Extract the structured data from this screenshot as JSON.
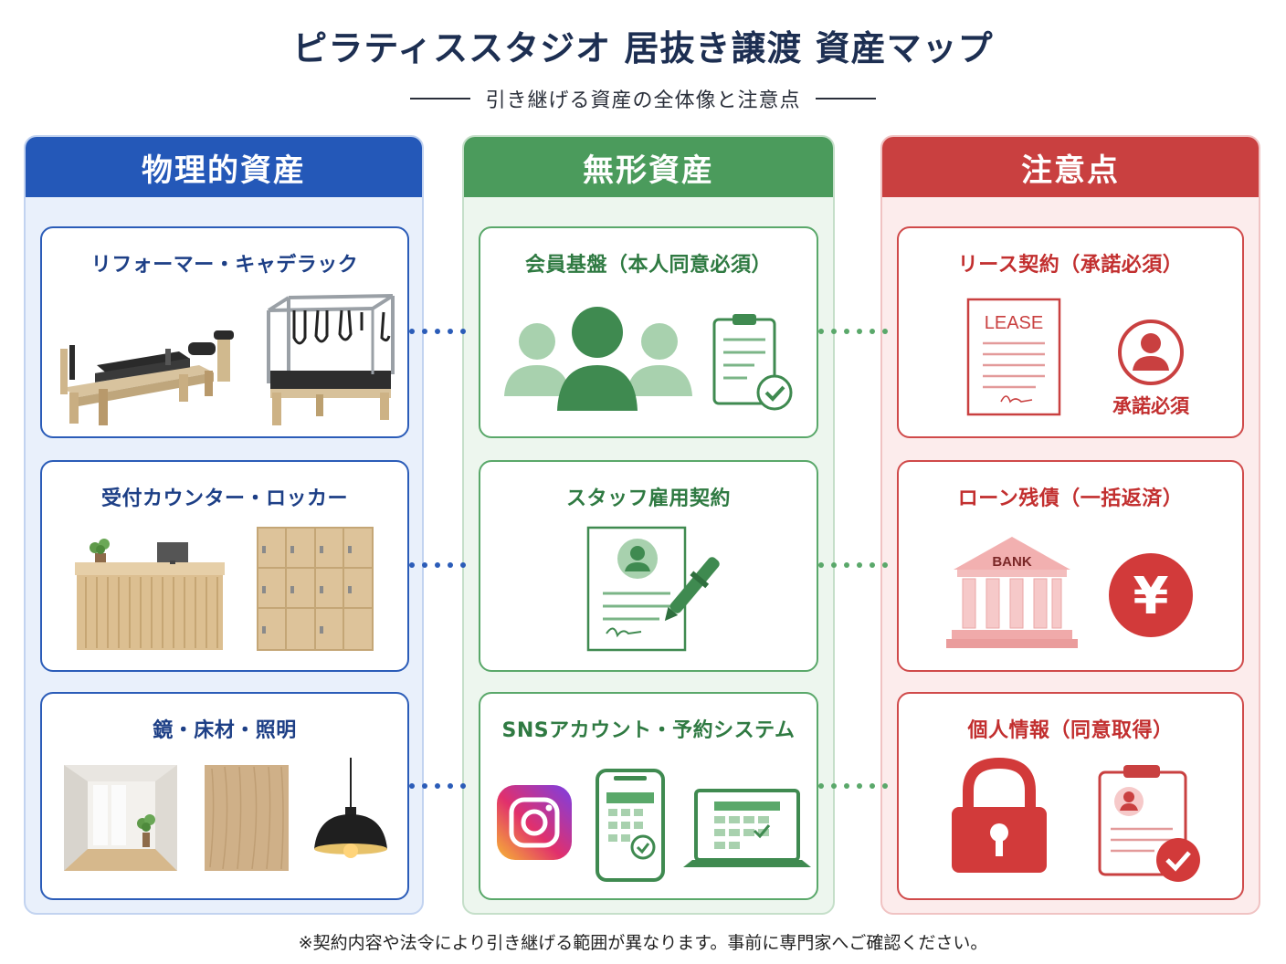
{
  "title": "ピラティススタジオ 居抜き譲渡 資産マップ",
  "subtitle": "引き継げる資産の全体像と注意点",
  "columns": {
    "physical": {
      "heading": "物理的資産",
      "cards": [
        {
          "title": "リフォーマー・キャデラック"
        },
        {
          "title": "受付カウンター・ロッカー"
        },
        {
          "title": "鏡・床材・照明"
        }
      ]
    },
    "intangible": {
      "heading": "無形資産",
      "cards": [
        {
          "title": "会員基盤（本人同意必須）"
        },
        {
          "title": "スタッフ雇用契約"
        },
        {
          "title": "SNSアカウント・予約システム"
        }
      ]
    },
    "caution": {
      "heading": "注意点",
      "cards": [
        {
          "title": "リース契約（承諾必須）",
          "doc_label": "LEASE",
          "badge": "承諾必須"
        },
        {
          "title": "ローン残債（一括返済）",
          "bank_label": "BANK",
          "currency": "¥"
        },
        {
          "title": "個人情報（同意取得）"
        }
      ]
    }
  },
  "footnote": "※契約内容や法令により引き継げる範囲が異なります。事前に専門家へご確認ください。",
  "colors": {
    "navy": "#1d2f52",
    "physical": "#2458b8",
    "intangible": "#4b9b5c",
    "caution": "#c94040"
  },
  "icons": [
    "reformer-icon",
    "cadillac-icon",
    "reception-counter-icon",
    "locker-icon",
    "mirror-room-icon",
    "wood-floor-icon",
    "pendant-lamp-icon",
    "members-group-icon",
    "checklist-clipboard-icon",
    "employment-contract-icon",
    "instagram-icon",
    "smartphone-calendar-icon",
    "laptop-calendar-icon",
    "lease-document-icon",
    "user-circle-icon",
    "bank-icon",
    "yen-coin-icon",
    "padlock-icon",
    "profile-clipboard-icon"
  ]
}
